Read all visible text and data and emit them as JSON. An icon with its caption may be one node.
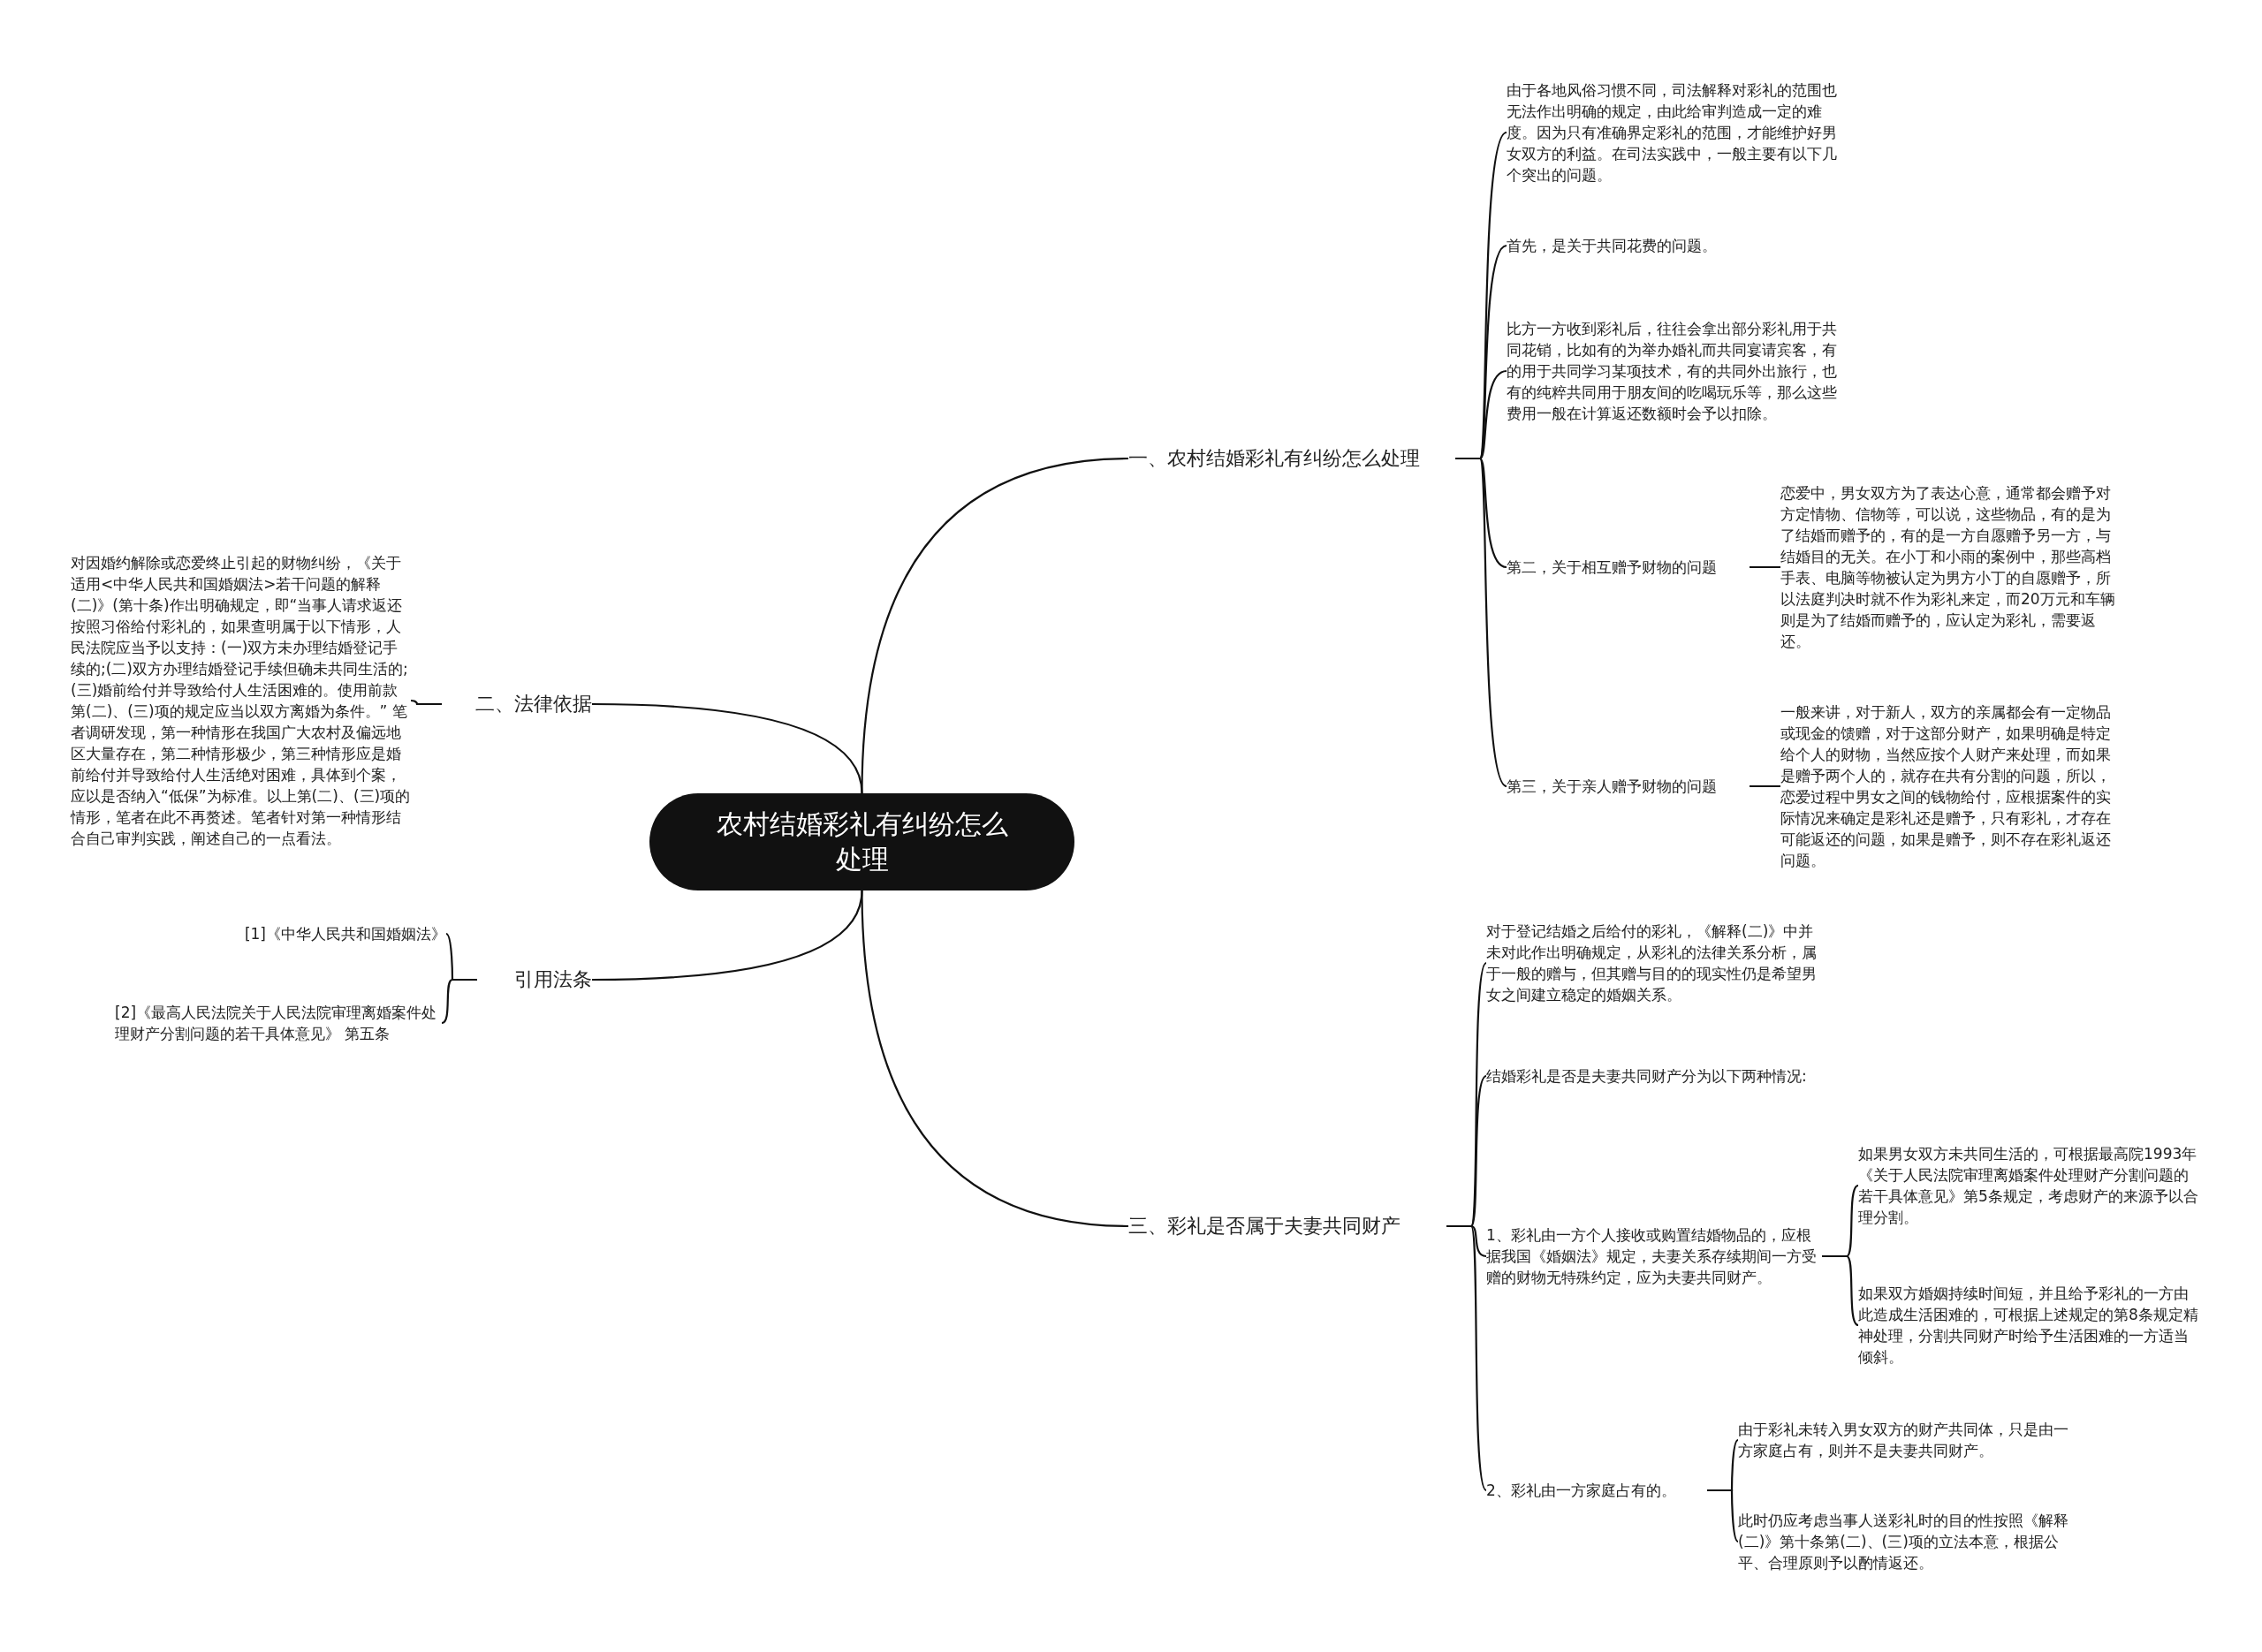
{
  "diagram": {
    "nodes": [
      {
        "text": [
          "农村结婚彩礼有纠纷怎么处理"
        ]
      },
      {
        "text": [
          "一、农村结婚彩礼有纠纷怎么处理"
        ]
      },
      {
        "text": [
          "由于各地风俗习惯不同，司法解释对彩礼的范围也无法作出明确的规定，由此给审判造成一定的难度。因为只有准确界定彩礼的范围，才能维护好男女双方的利益。在司法实践中，一般主要有以下几个突出的问题。"
        ]
      },
      {
        "text": [
          "首先，是关于共同花费的问题。"
        ]
      },
      {
        "text": [
          "比方一方收到彩礼后，往往会拿出部分彩礼用于共同花销，比如有的为举办婚礼而共同宴请宾客，有的用于共同学习某项技术，有的共同外出旅行，也有的纯粹共同用于朋友间的吃喝玩乐等，那么这些费用一般在计算返还数额时会予以扣除。"
        ]
      },
      {
        "text": [
          "第二，关于相互赠予财物的问题"
        ]
      },
      {
        "text": [
          "恋爱中，男女双方为了表达心意，通常都会赠予对方定情物、信物等，可以说，这些物品，有的是为了结婚而赠予的，有的是一方自愿赠予另一方，与结婚目的无关。在小丁和小雨的案例中，那些高档手表、电脑等物被认定为男方小丁的自愿赠予，所以法庭判决时就不作为彩礼来定，而20万元和车辆则是为了结婚而赠予的，应认定为彩礼，需要返还。"
        ]
      },
      {
        "text": [
          "第三，关于亲人赠予财物的问题"
        ]
      },
      {
        "text": [
          "一般来讲，对于新人，双方的亲属都会有一定物品或现金的馈赠，对于这部分财产，如果明确是特定给个人的财物，当然应按个人财产来处理，而如果是赠予两个人的，就存在共有分割的问题，所以，恋爱过程中男女之间的钱物给付，应根据案件的实际情况来确定是彩礼还是赠予，只有彩礼，才存在可能返还的问题，如果是赠予，则不存在彩礼返还问题。"
        ]
      },
      {
        "text": [
          "三、彩礼是否属于夫妻共同财产"
        ]
      },
      {
        "text": [
          "对于登记结婚之后给付的彩礼，《解释(二)》中并未对此作出明确规定，从彩礼的法律关系分析，属于一般的赠与，但其赠与目的的现实性仍是希望男女之间建立稳定的婚姻关系。"
        ]
      },
      {
        "text": [
          "结婚彩礼是否是夫妻共同财产分为以下两种情况:"
        ]
      },
      {
        "text": [
          "1、彩礼由一方个人接收或购置结婚物品的，应根据我国《婚姻法》规定，夫妻关系存续期间一方受赠的财物无特殊约定，应为夫妻共同财产。"
        ]
      },
      {
        "text": [
          "如果男女双方未共同生活的，可根据最高院1993年《关于人民法院审理离婚案件处理财产分割问题的若干具体意见》第5条规定，考虑财产的来源予以合理分割。"
        ]
      },
      {
        "text": [
          "如果双方婚姻持续时间短，并且给予彩礼的一方由此造成生活困难的，可根据上述规定的第8条规定精神处理，分割共同财产时给予生活困难的一方适当倾斜。"
        ]
      },
      {
        "text": [
          "2、彩礼由一方家庭占有的。"
        ]
      },
      {
        "text": [
          "由于彩礼未转入男女双方的财产共同体，只是由一方家庭占有，则并不是夫妻共同财产。"
        ]
      },
      {
        "text": [
          "此时仍应考虑当事人送彩礼时的目的性按照《解释(二)》第十条第(二)、(三)项的立法本意，根据公平、合理原则予以酌情返还。"
        ]
      },
      {
        "text": [
          "二、法律依据"
        ]
      },
      {
        "text": [
          "对因婚约解除或恋爱终止引起的财物纠纷，《关于适用<中华人民共和国婚姻法>若干问题的解释(二)》(第十条)作出明确规定，即“当事人请求返还按照习俗给付彩礼的，如果查明属于以下情形，人民法院应当予以支持：(一)双方未办理结婚登记手续的;(二)双方办理结婚登记手续但确未共同生活的;(三)婚前给付并导致给付人生活困难的。使用前款第(二)、(三)项的规定应当以双方离婚为条件。” 笔者调研发现，第一种情形在我国广大农村及偏远地区大量存在，第二种情形极少，第三种情形应是婚前给付并导致给付人生活绝对困难，具体到个案，应以是否纳入“低保”为标准。以上第(二)、(三)项的情形，笔者在此不再赘述。笔者针对第一种情形结合自己审判实践，阐述自己的一点看法。"
        ]
      },
      {
        "text": [
          "引用法条"
        ]
      },
      {
        "text": [
          "[1]《中华人民共和国婚姻法》"
        ]
      },
      {
        "text": [
          "[2]《最高人民法院关于人民法院审理离婚案件处理财产分割问题的若干具体意见》 第五条"
        ]
      }
    ],
    "edges": [
      {
        "from": 0,
        "to": 1,
        "arrow": "none"
      },
      {
        "from": 1,
        "to": 2,
        "arrow": "none"
      },
      {
        "from": 1,
        "to": 3,
        "arrow": "none"
      },
      {
        "from": 1,
        "to": 4,
        "arrow": "none"
      },
      {
        "from": 1,
        "to": 5,
        "arrow": "none"
      },
      {
        "from": 5,
        "to": 6,
        "arrow": "none"
      },
      {
        "from": 1,
        "to": 7,
        "arrow": "none"
      },
      {
        "from": 7,
        "to": 8,
        "arrow": "none"
      },
      {
        "from": 0,
        "to": 9,
        "arrow": "none"
      },
      {
        "from": 9,
        "to": 10,
        "arrow": "none"
      },
      {
        "from": 9,
        "to": 11,
        "arrow": "none"
      },
      {
        "from": 9,
        "to": 12,
        "arrow": "none"
      },
      {
        "from": 12,
        "to": 13,
        "arrow": "none"
      },
      {
        "from": 12,
        "to": 14,
        "arrow": "none"
      },
      {
        "from": 9,
        "to": 15,
        "arrow": "none"
      },
      {
        "from": 15,
        "to": 16,
        "arrow": "none"
      },
      {
        "from": 15,
        "to": 17,
        "arrow": "none"
      },
      {
        "from": 0,
        "to": 18,
        "arrow": "none"
      },
      {
        "from": 18,
        "to": 19,
        "arrow": "none"
      },
      {
        "from": 0,
        "to": 20,
        "arrow": "none"
      },
      {
        "from": 20,
        "to": 21,
        "arrow": "none"
      },
      {
        "from": 20,
        "to": 22,
        "arrow": "none"
      }
    ]
  }
}
